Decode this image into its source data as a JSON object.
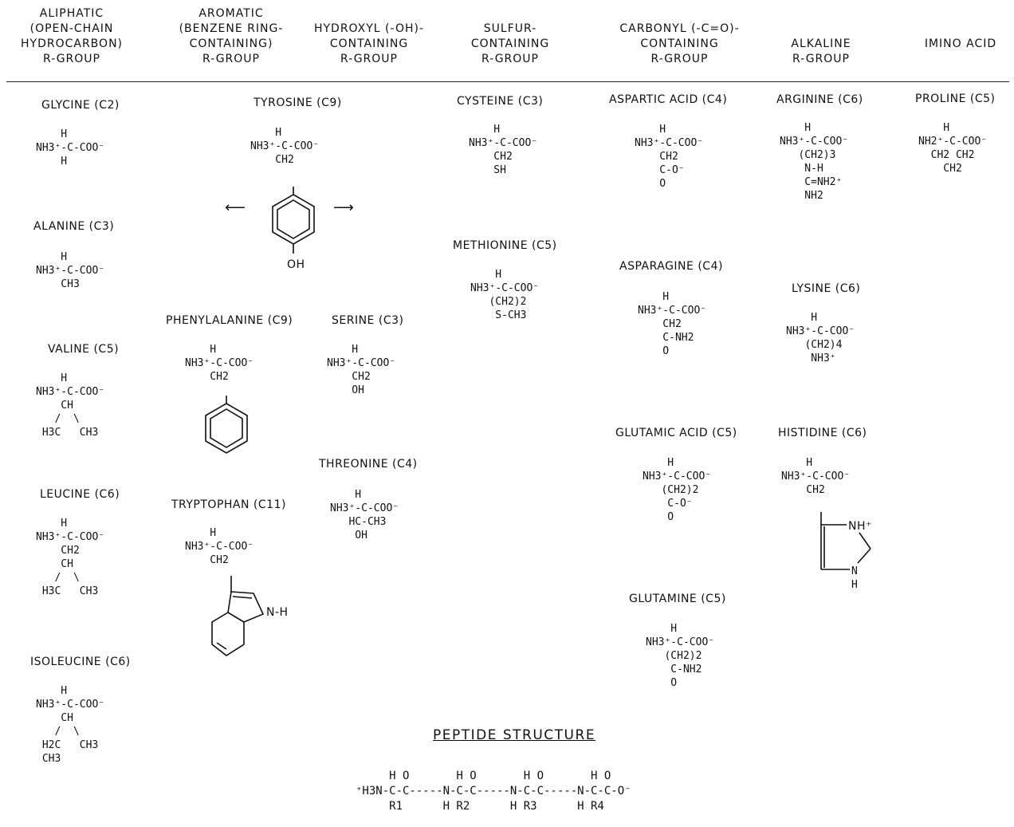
{
  "headers": [
    "ALIPHATIC\n(OPEN-CHAIN\nHYDROCARBON)\nR-GROUP",
    "AROMATIC\n(BENZENE RING-\nCONTAINING)\nR-GROUP",
    "HYDROXYL (-OH)-\nCONTAINING\nR-GROUP",
    "SULFUR-\nCONTAINING\nR-GROUP",
    "CARBONYL (-C=O)-\nCONTAINING\nR-GROUP",
    "ALKALINE\nR-GROUP",
    "IMINO ACID"
  ],
  "amino_acids": [
    {
      "name": "GLYCINE (C2)",
      "formula": "    H\nNH3⁺-C-COO⁻\n    H"
    },
    {
      "name": "ALANINE (C3)",
      "formula": "    H\nNH3⁺-C-COO⁻\n    CH3"
    },
    {
      "name": "VALINE (C5)",
      "formula": "    H\nNH3⁺-C-COO⁻\n    CH\n   /  \\\n H3C   CH3"
    },
    {
      "name": "LEUCINE (C6)",
      "formula": "    H\nNH3⁺-C-COO⁻\n    CH2\n    CH\n   /  \\\n H3C   CH3"
    },
    {
      "name": "ISOLEUCINE (C6)",
      "formula": "    H\nNH3⁺-C-COO⁻\n    CH\n   /  \\\n H2C   CH3\n CH3"
    },
    {
      "name": "TYROSINE (C9)",
      "formula": "    H\nNH3⁺-C-COO⁻\n    CH2",
      "substituent": "OH"
    },
    {
      "name": "PHENYLALANINE (C9)",
      "formula": "    H\nNH3⁺-C-COO⁻\n    CH2"
    },
    {
      "name": "TRYPTOPHAN (C11)",
      "formula": "    H\nNH3⁺-C-COO⁻\n    CH2",
      "substituent": "N-H"
    },
    {
      "name": "SERINE (C3)",
      "formula": "    H\nNH3⁺-C-COO⁻\n    CH2\n    OH"
    },
    {
      "name": "THREONINE (C4)",
      "formula": "    H\nNH3⁺-C-COO⁻\n   HC-CH3\n    OH"
    },
    {
      "name": "CYSTEINE (C3)",
      "formula": "    H\nNH3⁺-C-COO⁻\n    CH2\n    SH"
    },
    {
      "name": "METHIONINE (C5)",
      "formula": "    H\nNH3⁺-C-COO⁻\n   (CH2)2\n    S-CH3"
    },
    {
      "name": "ASPARTIC ACID (C4)",
      "formula": "    H\nNH3⁺-C-COO⁻\n    CH2\n    C-O⁻\n    O"
    },
    {
      "name": "ASPARAGINE (C4)",
      "formula": "    H\nNH3⁺-C-COO⁻\n    CH2\n    C-NH2\n    O"
    },
    {
      "name": "GLUTAMIC ACID (C5)",
      "formula": "    H\nNH3⁺-C-COO⁻\n   (CH2)2\n    C-O⁻\n    O"
    },
    {
      "name": "GLUTAMINE (C5)",
      "formula": "    H\nNH3⁺-C-COO⁻\n   (CH2)2\n    C-NH2\n    O"
    },
    {
      "name": "ARGININE (C6)",
      "formula": "    H\nNH3⁺-C-COO⁻\n   (CH2)3\n    N-H\n    C=NH2⁺\n    NH2"
    },
    {
      "name": "LYSINE (C6)",
      "formula": "    H\nNH3⁺-C-COO⁻\n   (CH2)4\n    NH3⁺"
    },
    {
      "name": "HISTIDINE (C6)",
      "formula": "    H\nNH3⁺-C-COO⁻\n    CH2",
      "substituent1": "NH⁺",
      "substituent2": "N\nH"
    },
    {
      "name": "PROLINE (C5)",
      "formula": "    H\nNH2⁺-C-COO⁻\n  CH2 CH2\n    CH2"
    }
  ],
  "peptide": {
    "title": "PEPTIDE STRUCTURE",
    "formula": "     H O       H O       H O       H O\n⁺H3N-C-C-----N-C-C-----N-C-C-----N-C-C-O⁻\n     R1      H R2      H R3      H R4"
  }
}
